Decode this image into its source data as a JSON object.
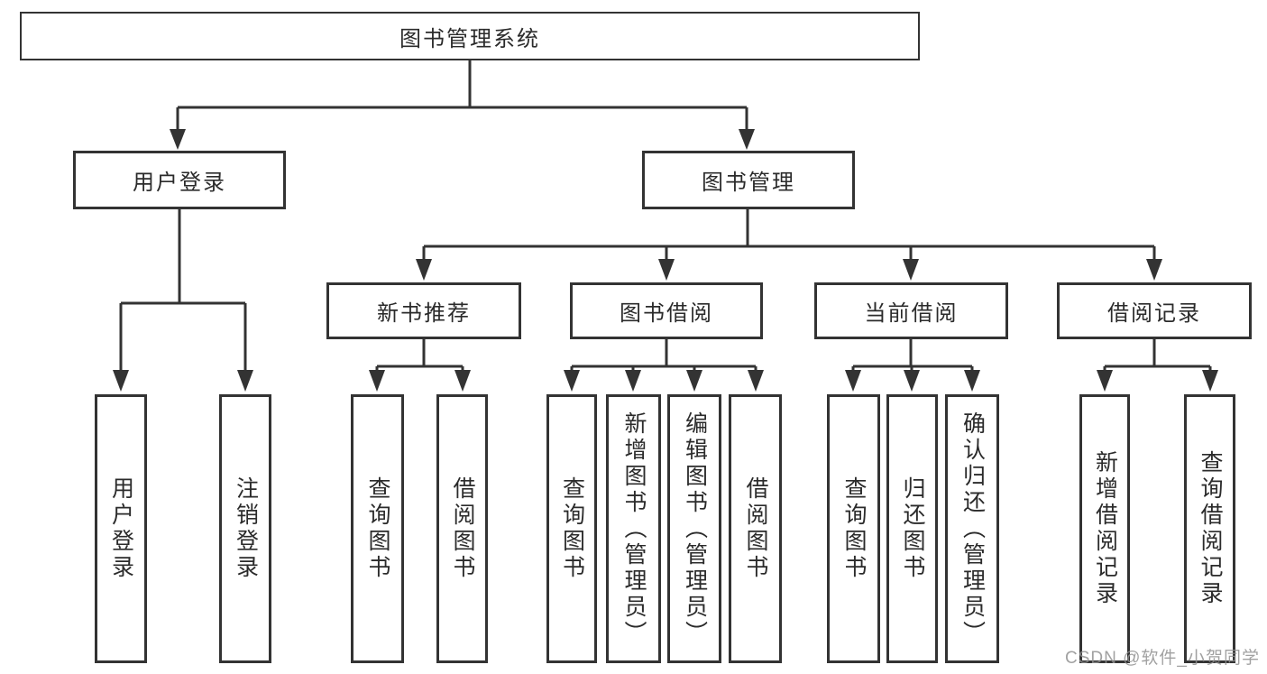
{
  "root": {
    "label": "图书管理系统"
  },
  "branches": [
    {
      "label": "用户登录",
      "children": [
        {
          "label": "用户登录"
        },
        {
          "label": "注销登录"
        }
      ]
    },
    {
      "label": "图书管理",
      "groups": [
        {
          "label": "新书推荐",
          "children": [
            {
              "label": "查询图书"
            },
            {
              "label": "借阅图书"
            }
          ]
        },
        {
          "label": "图书借阅",
          "children": [
            {
              "label": "查询图书"
            },
            {
              "label": "新增图书（管理员）"
            },
            {
              "label": "编辑图书（管理员）"
            },
            {
              "label": "借阅图书"
            }
          ]
        },
        {
          "label": "当前借阅",
          "children": [
            {
              "label": "查询图书"
            },
            {
              "label": "归还图书"
            },
            {
              "label": "确认归还（管理员）"
            }
          ]
        },
        {
          "label": "借阅记录",
          "children": [
            {
              "label": "新增借阅记录"
            },
            {
              "label": "查询借阅记录"
            }
          ]
        }
      ]
    }
  ],
  "watermark": {
    "text": "CSDN @软件_小贺同学"
  },
  "colors": {
    "line": "#333333",
    "box_border": "#333333",
    "text": "#2b2b2b",
    "background": "#ffffff",
    "watermark": "#919191"
  }
}
